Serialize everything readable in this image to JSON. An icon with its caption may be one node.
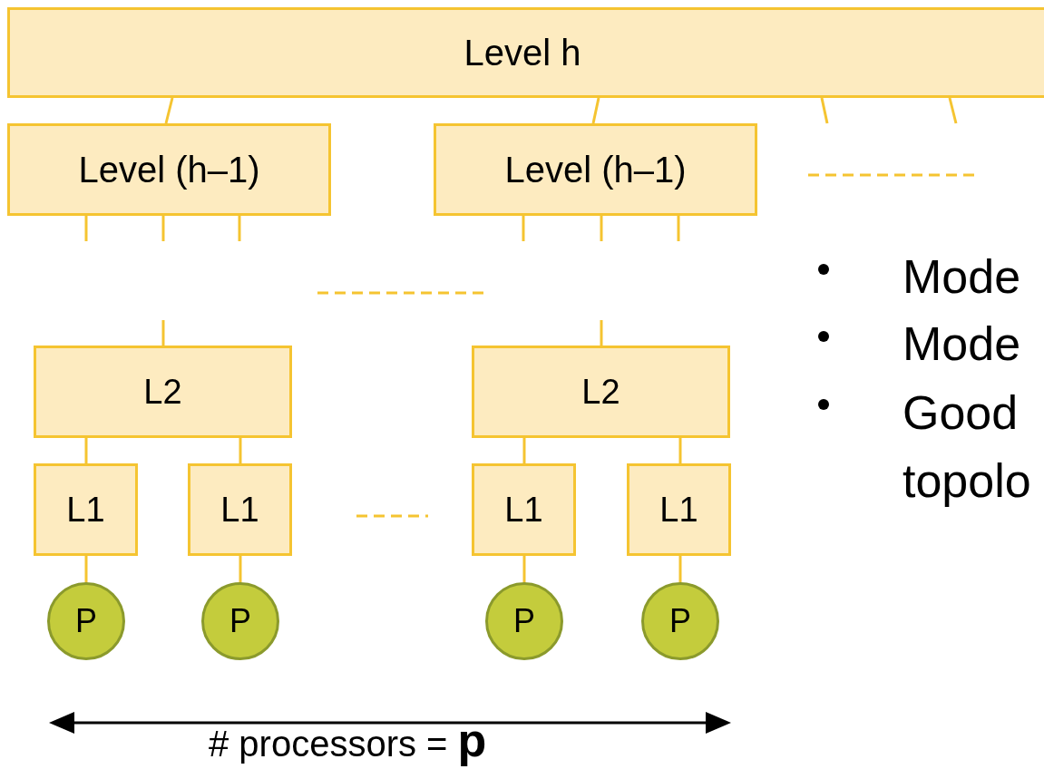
{
  "diagram": {
    "nodes": [
      {
        "text": [
          "Level h"
        ]
      },
      {
        "text": [
          "Level (h–1)"
        ]
      },
      {
        "text": [
          "Level (h–1)"
        ]
      },
      {
        "text": [
          "L2"
        ]
      },
      {
        "text": [
          "L2"
        ]
      },
      {
        "text": [
          "L1"
        ]
      },
      {
        "text": [
          "L1"
        ]
      },
      {
        "text": [
          "L1"
        ]
      },
      {
        "text": [
          "L1"
        ]
      },
      {
        "text": [
          "P"
        ]
      },
      {
        "text": [
          "P"
        ]
      },
      {
        "text": [
          "P"
        ]
      },
      {
        "text": [
          "P"
        ]
      }
    ],
    "edges": [
      {
        "from": 0,
        "to": 1,
        "arrow": "none"
      },
      {
        "from": 0,
        "to": 2,
        "arrow": "none"
      },
      {
        "from": 0,
        "to": null,
        "arrow": "none"
      },
      {
        "from": 0,
        "to": null,
        "arrow": "none"
      },
      {
        "from": 1,
        "to": null,
        "arrow": "none"
      },
      {
        "from": 1,
        "to": null,
        "arrow": "none"
      },
      {
        "from": 1,
        "to": null,
        "arrow": "none"
      },
      {
        "from": 2,
        "to": null,
        "arrow": "none"
      },
      {
        "from": 2,
        "to": null,
        "arrow": "none"
      },
      {
        "from": 2,
        "to": null,
        "arrow": "none"
      },
      {
        "from": null,
        "to": 3,
        "arrow": "none"
      },
      {
        "from": null,
        "to": 4,
        "arrow": "none"
      },
      {
        "from": 3,
        "to": 5,
        "arrow": "none"
      },
      {
        "from": 3,
        "to": 6,
        "arrow": "none"
      },
      {
        "from": 4,
        "to": 7,
        "arrow": "none"
      },
      {
        "from": 4,
        "to": 8,
        "arrow": "none"
      },
      {
        "from": 5,
        "to": 9,
        "arrow": "none"
      },
      {
        "from": 6,
        "to": 10,
        "arrow": "none"
      },
      {
        "from": 7,
        "to": 11,
        "arrow": "none"
      },
      {
        "from": 8,
        "to": 12,
        "arrow": "none"
      }
    ],
    "labels": [
      "Mode",
      "Mode",
      "Good topolo",
      "# processors = **p**"
    ]
  }
}
